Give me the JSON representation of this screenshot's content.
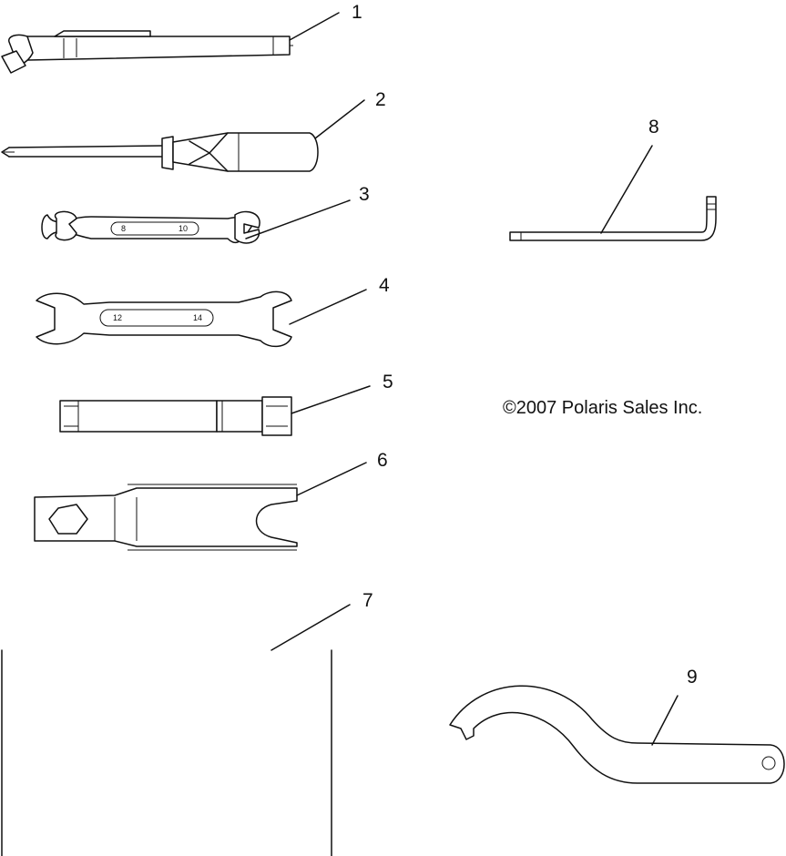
{
  "callouts": [
    "1",
    "2",
    "3",
    "4",
    "5",
    "6",
    "7",
    "8",
    "9"
  ],
  "copyright": "©2007 Polaris Sales Inc.",
  "wrench_small_sizes": [
    "8",
    "10"
  ],
  "wrench_large_sizes": [
    "12",
    "14"
  ]
}
